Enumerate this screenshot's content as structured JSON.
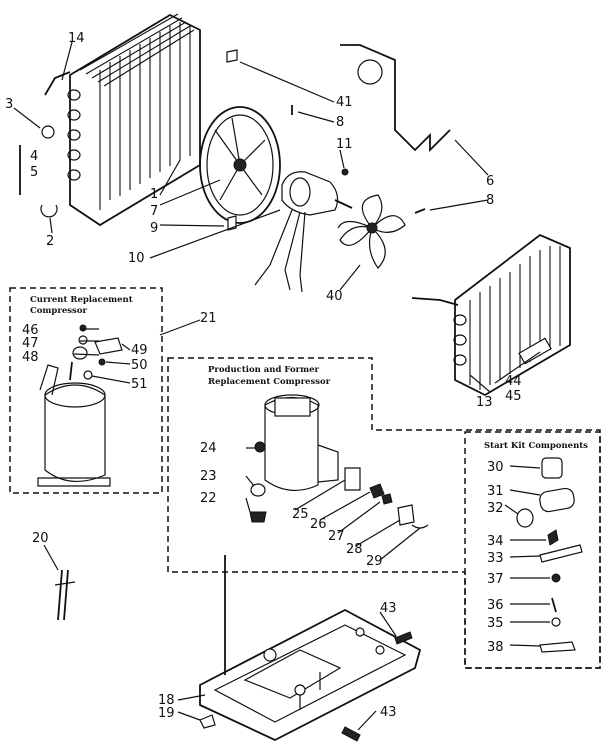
{
  "boxes": {
    "current": {
      "title_line1": "Current Replacement",
      "title_line2": "Compressor"
    },
    "production": {
      "title_line1": "Production and Former",
      "title_line2": "Replacement Compressor"
    },
    "start_kit": {
      "title": "Start Kit Components"
    }
  },
  "callouts": {
    "c14": "14",
    "c3": "3",
    "c4": "4",
    "c5": "5",
    "c2": "2",
    "c1": "1",
    "c7": "7",
    "c9": "9",
    "c10": "10",
    "c41": "41",
    "c8a": "8",
    "c11": "11",
    "c6": "6",
    "c8b": "8",
    "c40": "40",
    "c13": "13",
    "c44": "44",
    "c45": "45",
    "c21": "21",
    "c46": "46",
    "c47": "47",
    "c48": "48",
    "c49": "49",
    "c50": "50",
    "c51": "51",
    "c24": "24",
    "c23": "23",
    "c22": "22",
    "c25": "25",
    "c26": "26",
    "c27": "27",
    "c28": "28",
    "c29": "29",
    "c30": "30",
    "c31": "31",
    "c32": "32",
    "c34": "34",
    "c33": "33",
    "c37": "37",
    "c36": "36",
    "c35": "35",
    "c38": "38",
    "c20": "20",
    "c43a": "43",
    "c43b": "43",
    "c18": "18",
    "c19": "19"
  }
}
